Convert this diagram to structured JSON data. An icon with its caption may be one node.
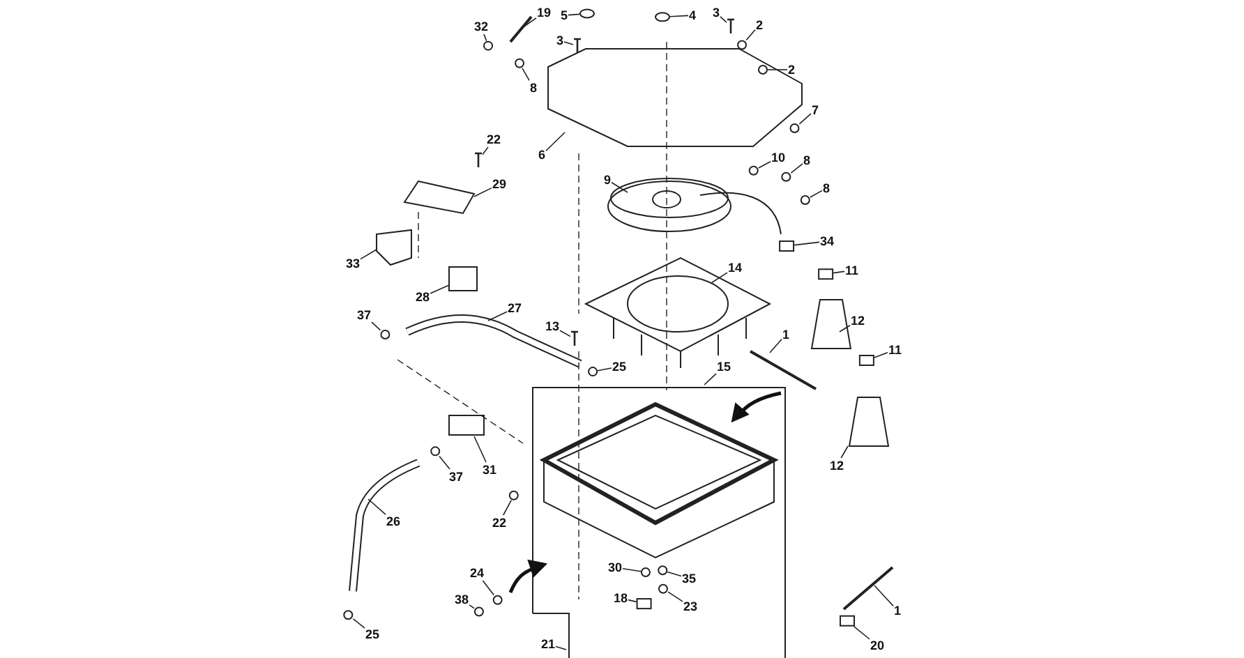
{
  "diagram": {
    "nodes": [
      {
        "text": [
          "19"
        ]
      },
      {
        "text": [
          "5"
        ]
      },
      {
        "text": [
          "4"
        ]
      },
      {
        "text": [
          "3"
        ]
      },
      {
        "text": [
          "2"
        ]
      },
      {
        "text": [
          "32"
        ]
      },
      {
        "text": [
          "3"
        ]
      },
      {
        "text": [
          "8"
        ]
      },
      {
        "text": [
          "2"
        ]
      },
      {
        "text": [
          "7"
        ]
      },
      {
        "text": [
          "6"
        ]
      },
      {
        "text": [
          "22"
        ]
      },
      {
        "text": [
          "10"
        ]
      },
      {
        "text": [
          "8"
        ]
      },
      {
        "text": [
          "29"
        ]
      },
      {
        "text": [
          "9"
        ]
      },
      {
        "text": [
          "8"
        ]
      },
      {
        "text": [
          "34"
        ]
      },
      {
        "text": [
          "33"
        ]
      },
      {
        "text": [
          "11"
        ]
      },
      {
        "text": [
          "14"
        ]
      },
      {
        "text": [
          "28"
        ]
      },
      {
        "text": [
          "12"
        ]
      },
      {
        "text": [
          "27"
        ]
      },
      {
        "text": [
          "37"
        ]
      },
      {
        "text": [
          "1"
        ]
      },
      {
        "text": [
          "13"
        ]
      },
      {
        "text": [
          "11"
        ]
      },
      {
        "text": [
          "25"
        ]
      },
      {
        "text": [
          "15"
        ]
      },
      {
        "text": [
          "31"
        ]
      },
      {
        "text": [
          "37"
        ]
      },
      {
        "text": [
          "12"
        ]
      },
      {
        "text": [
          "22"
        ]
      },
      {
        "text": [
          "26"
        ]
      },
      {
        "text": [
          "24"
        ]
      },
      {
        "text": [
          "30"
        ]
      },
      {
        "text": [
          "35"
        ]
      },
      {
        "text": [
          "38"
        ]
      },
      {
        "text": [
          "18"
        ]
      },
      {
        "text": [
          "23"
        ]
      },
      {
        "text": [
          "1"
        ]
      },
      {
        "text": [
          "25"
        ]
      },
      {
        "text": [
          "20"
        ]
      },
      {
        "text": [
          "21"
        ]
      },
      {
        "text": [],
        "shape": "ellipse"
      },
      {
        "text": [],
        "shape": "ellipse"
      },
      {
        "text": [],
        "shape": "screw"
      },
      {
        "text": [],
        "shape": "circle"
      },
      {
        "text": [],
        "shape": "circle"
      },
      {
        "text": [],
        "shape": "screw"
      },
      {
        "text": [],
        "shape": "circle"
      },
      {
        "text": [],
        "shape": "circle"
      },
      {
        "text": [],
        "shape": "circle"
      },
      {
        "text": [],
        "shape": "screw"
      },
      {
        "text": [],
        "shape": "circle"
      },
      {
        "text": [],
        "shape": "circle"
      },
      {
        "text": [],
        "shape": "circle"
      },
      {
        "text": [],
        "shape": "box"
      },
      {
        "text": [],
        "shape": "box"
      },
      {
        "text": [],
        "shape": "circle"
      },
      {
        "text": [],
        "shape": "screw"
      },
      {
        "text": [],
        "shape": "box"
      },
      {
        "text": [],
        "shape": "circle"
      },
      {
        "text": [],
        "shape": "circle"
      },
      {
        "text": [],
        "shape": "circle"
      },
      {
        "text": [],
        "shape": "circle"
      },
      {
        "text": [],
        "shape": "circle"
      },
      {
        "text": [],
        "shape": "circle"
      },
      {
        "text": [],
        "shape": "circle"
      },
      {
        "text": [],
        "shape": "box"
      },
      {
        "text": [],
        "shape": "circle"
      },
      {
        "text": [],
        "shape": "circle"
      },
      {
        "text": [],
        "shape": "box"
      },
      {
        "text": [],
        "shape": "box"
      }
    ],
    "edges": [
      {
        "from": 0,
        "to": null,
        "arrow": "none"
      },
      {
        "from": 1,
        "to": 45,
        "arrow": "none"
      },
      {
        "from": 2,
        "to": 46,
        "arrow": "none"
      },
      {
        "from": 3,
        "to": 47,
        "arrow": "none"
      },
      {
        "from": 4,
        "to": 48,
        "arrow": "none"
      },
      {
        "from": 5,
        "to": 49,
        "arrow": "none"
      },
      {
        "from": 6,
        "to": 50,
        "arrow": "none"
      },
      {
        "from": 7,
        "to": 51,
        "arrow": "none"
      },
      {
        "from": 8,
        "to": 52,
        "arrow": "none"
      },
      {
        "from": 9,
        "to": 53,
        "arrow": "none"
      },
      {
        "from": 10,
        "to": null,
        "arrow": "none"
      },
      {
        "from": 11,
        "to": 54,
        "arrow": "none"
      },
      {
        "from": 12,
        "to": 55,
        "arrow": "none"
      },
      {
        "from": 13,
        "to": 56,
        "arrow": "none"
      },
      {
        "from": 14,
        "to": null,
        "arrow": "none"
      },
      {
        "from": 15,
        "to": null,
        "arrow": "none"
      },
      {
        "from": 16,
        "to": 57,
        "arrow": "none"
      },
      {
        "from": 17,
        "to": 58,
        "arrow": "none"
      },
      {
        "from": 18,
        "to": null,
        "arrow": "none"
      },
      {
        "from": 19,
        "to": 59,
        "arrow": "none"
      },
      {
        "from": 20,
        "to": null,
        "arrow": "none"
      },
      {
        "from": 21,
        "to": 74,
        "arrow": "none"
      },
      {
        "from": 22,
        "to": null,
        "arrow": "none"
      },
      {
        "from": 23,
        "to": null,
        "arrow": "none"
      },
      {
        "from": 24,
        "to": 60,
        "arrow": "none"
      },
      {
        "from": 25,
        "to": null,
        "arrow": "none"
      },
      {
        "from": 26,
        "to": 61,
        "arrow": "none"
      },
      {
        "from": 27,
        "to": 62,
        "arrow": "none"
      },
      {
        "from": 28,
        "to": 63,
        "arrow": "none"
      },
      {
        "from": 29,
        "to": null,
        "arrow": "none"
      },
      {
        "from": 30,
        "to": null,
        "arrow": "none"
      },
      {
        "from": 31,
        "to": 64,
        "arrow": "none"
      },
      {
        "from": 32,
        "to": null,
        "arrow": "none"
      },
      {
        "from": 33,
        "to": 65,
        "arrow": "none"
      },
      {
        "from": 34,
        "to": null,
        "arrow": "none"
      },
      {
        "from": 35,
        "to": 66,
        "arrow": "none"
      },
      {
        "from": 36,
        "to": 67,
        "arrow": "none"
      },
      {
        "from": 37,
        "to": 68,
        "arrow": "none"
      },
      {
        "from": 38,
        "to": 69,
        "arrow": "none"
      },
      {
        "from": 39,
        "to": 70,
        "arrow": "none"
      },
      {
        "from": 40,
        "to": 71,
        "arrow": "none"
      },
      {
        "from": 41,
        "to": null,
        "arrow": "none"
      },
      {
        "from": 42,
        "to": 72,
        "arrow": "none"
      },
      {
        "from": 43,
        "to": 73,
        "arrow": "none"
      },
      {
        "from": 44,
        "to": null,
        "arrow": "none"
      }
    ]
  }
}
